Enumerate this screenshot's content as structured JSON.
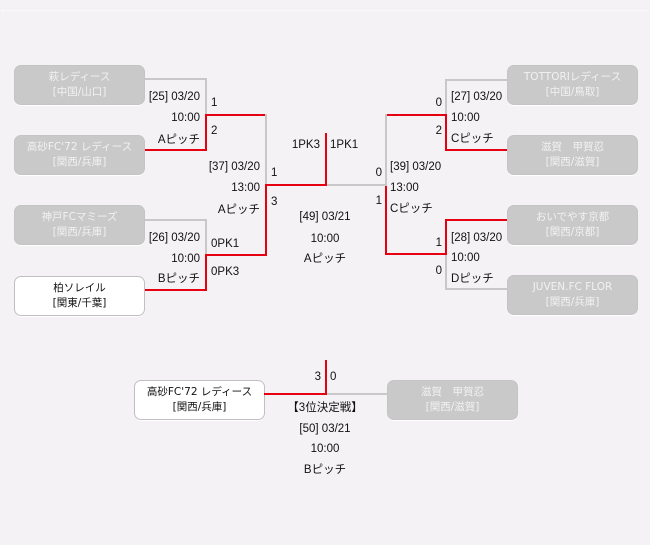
{
  "colors": {
    "background": "#f4f2f5",
    "winner_line": "#e60012",
    "loser_line": "#c8c8c8",
    "box_inactive": "#c9c9c9",
    "box_active": "#ffffff"
  },
  "teams": {
    "left": [
      {
        "name": "萩レディース",
        "region": "[中国/山口]",
        "active": false
      },
      {
        "name": "高砂FC'72 レディース",
        "region": "[関西/兵庫]",
        "active": false
      },
      {
        "name": "神戸FCマミーズ",
        "region": "[関西/兵庫]",
        "active": false
      },
      {
        "name": "柏ソレイル",
        "region": "[関東/千葉]",
        "active": true
      }
    ],
    "right": [
      {
        "name": "TOTTORIレディース",
        "region": "[中国/鳥取]",
        "active": false
      },
      {
        "name": "滋賀　甲賀忍",
        "region": "[関西/滋賀]",
        "active": false
      },
      {
        "name": "おいでやす京都",
        "region": "[関西/京都]",
        "active": false
      },
      {
        "name": "JUVEN.FC FLOR",
        "region": "[関西/兵庫]",
        "active": false
      }
    ]
  },
  "matches": {
    "m25": {
      "no_date": "[25] 03/20",
      "time": "10:00",
      "pitch": "Aピッチ",
      "score_top": "1",
      "score_bottom": "2"
    },
    "m26": {
      "no_date": "[26] 03/20",
      "time": "10:00",
      "pitch": "Bピッチ",
      "score_top": "0PK1",
      "score_bottom": "0PK3"
    },
    "m27": {
      "no_date": "[27] 03/20",
      "time": "10:00",
      "pitch": "Cピッチ",
      "score_top": "0",
      "score_bottom": "2"
    },
    "m28": {
      "no_date": "[28] 03/20",
      "time": "10:00",
      "pitch": "Dピッチ",
      "score_top": "1",
      "score_bottom": "0"
    },
    "m37": {
      "no_date": "[37] 03/20",
      "time": "13:00",
      "pitch": "Aピッチ",
      "score_top": "1",
      "score_bottom": "3"
    },
    "m39": {
      "no_date": "[39] 03/20",
      "time": "13:00",
      "pitch": "Cピッチ",
      "score_top": "0",
      "score_bottom": "1"
    },
    "m49": {
      "no_date": "[49] 03/21",
      "time": "10:00",
      "pitch": "Aピッチ",
      "score_left": "1PK3",
      "score_right": "1PK1"
    }
  },
  "third_place": {
    "title": "【3位決定戦】",
    "no_date": "[50] 03/21",
    "time": "10:00",
    "pitch": "Bピッチ",
    "score_left": "3",
    "score_right": "0",
    "team_left": {
      "name": "高砂FC'72 レディース",
      "region": "[関西/兵庫]",
      "active": true
    },
    "team_right": {
      "name": "滋賀　甲賀忍",
      "region": "[関西/滋賀]",
      "active": false
    }
  }
}
